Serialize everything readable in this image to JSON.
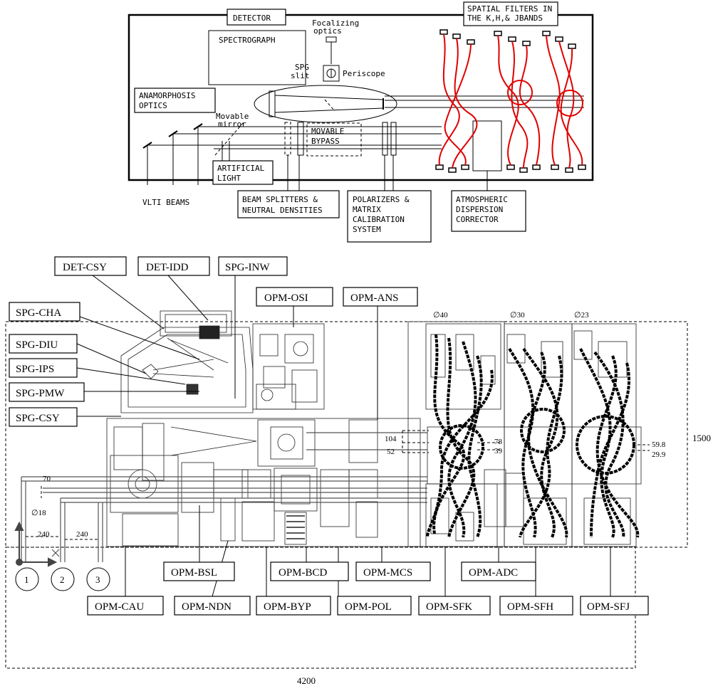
{
  "schematic": {
    "labels": {
      "detector": "DETECTOR",
      "spectrograph": "SPECTROGRAPH",
      "focalizing1": "Focalizing",
      "focalizing2": "optics",
      "spg1": "SPG",
      "spg2": "slit",
      "periscope": "Periscope",
      "spatial1": "SPATIAL FILTERS IN",
      "spatial2": "THE K,H,& JBANDS",
      "anamorphosis1": "ANAMORPHOSIS",
      "anamorphosis2": "OPTICS",
      "movable1": "Movable",
      "movable2": "mirror",
      "movable_bypass1": "MOVABLE",
      "movable_bypass2": "BYPASS",
      "artificial1": "ARTIFICIAL",
      "artificial2": "LIGHT",
      "vlti_beams": "VLTI BEAMS",
      "beam_split1": "BEAM SPLITTERS &",
      "beam_split2": "NEUTRAL DENSITIES",
      "polarizers1": "POLARIZERS &",
      "polarizers2": "MATRIX",
      "polarizers3": "CALIBRATION",
      "polarizers4": "SYSTEM",
      "atmo1": "ATMOSPHERIC",
      "atmo2": "DISPERSION",
      "atmo3": "CORRECTOR"
    }
  },
  "drawing": {
    "labels": {
      "det_csy": "DET-CSY",
      "det_idd": "DET-IDD",
      "spg_inw": "SPG-INW",
      "opm_osi": "OPM-OSI",
      "opm_ans": "OPM-ANS",
      "spg_cha": "SPG-CHA",
      "spg_diu": "SPG-DIU",
      "spg_ips": "SPG-IPS",
      "spg_pmw": "SPG-PMW",
      "spg_csy": "SPG-CSY",
      "opm_bsl": "OPM-BSL",
      "opm_bcd": "OPM-BCD",
      "opm_mcs": "OPM-MCS",
      "opm_adc": "OPM-ADC",
      "opm_cau": "OPM-CAU",
      "opm_ndn": "OPM-NDN",
      "opm_byp": "OPM-BYP",
      "opm_pol": "OPM-POL",
      "opm_sfk": "OPM-SFK",
      "opm_sfh": "OPM-SFH",
      "opm_sfj": "OPM-SFJ"
    },
    "dims": {
      "d40": "∅40",
      "d30": "∅30",
      "d23": "∅23",
      "d18": "∅18",
      "v104": "104",
      "v52": "52",
      "v78": "78",
      "v39": "39",
      "v59_8": "59.8",
      "v29_9": "29.9",
      "v70": "70",
      "v240a": "240",
      "v240b": "240",
      "v1500": "1500",
      "v4200": "4200"
    },
    "beams": [
      "1",
      "2",
      "3"
    ]
  }
}
